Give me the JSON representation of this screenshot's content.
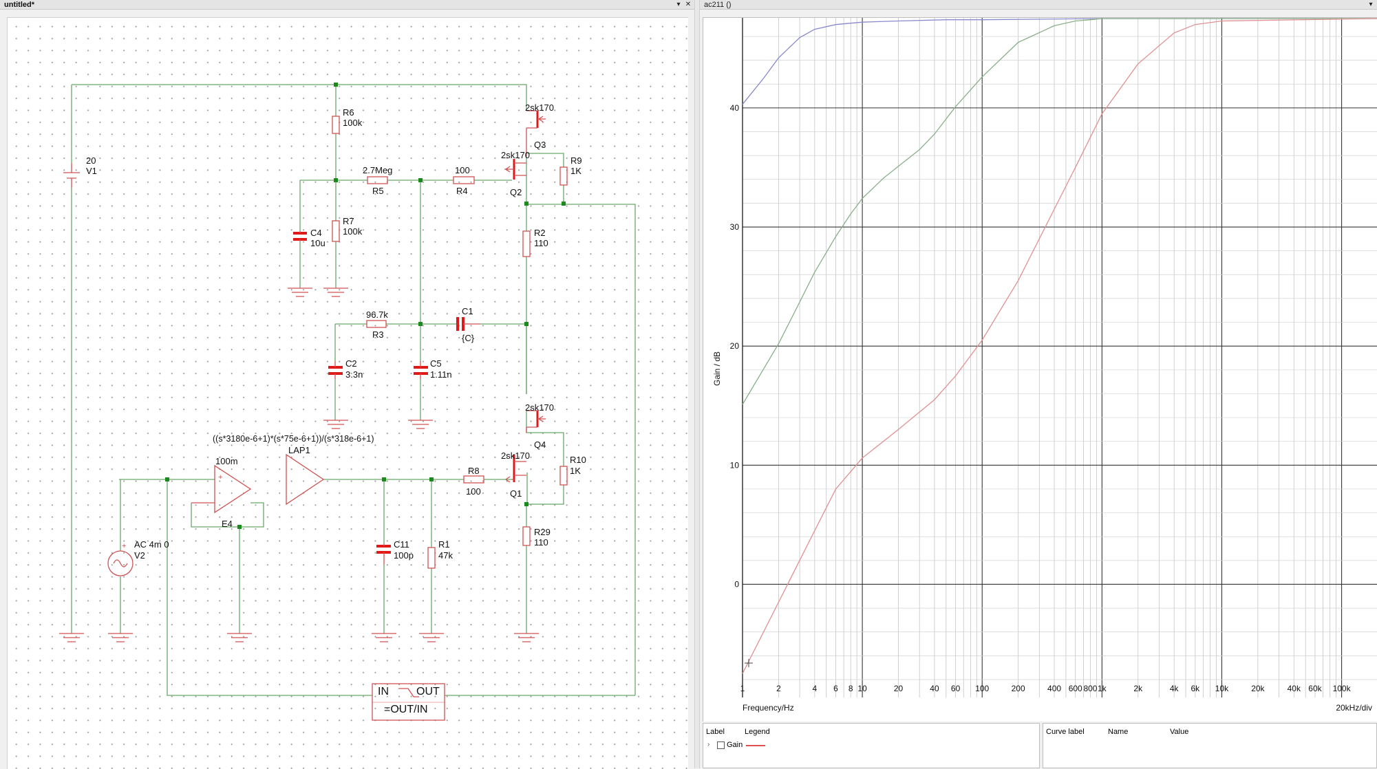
{
  "schematic_window": {
    "title": "untitled*"
  },
  "plot_window": {
    "title": "ac211 ()"
  },
  "schematic": {
    "components": {
      "V1": {
        "ref": "V1",
        "value": "20"
      },
      "R6": {
        "ref": "R6",
        "value": "100k"
      },
      "R7": {
        "ref": "R7",
        "value": "100k"
      },
      "C4": {
        "ref": "C4",
        "value": "10u"
      },
      "R5": {
        "ref": "R5",
        "value": "2.7Meg"
      },
      "R4": {
        "ref": "R4",
        "value": "100"
      },
      "Q3": {
        "ref": "Q3",
        "model": "2sk170"
      },
      "Q2": {
        "ref": "Q2",
        "model": "2sk170"
      },
      "R9": {
        "ref": "R9",
        "value": "1K"
      },
      "R2": {
        "ref": "R2",
        "value": "110"
      },
      "R3": {
        "ref": "R3",
        "value": "96.7k"
      },
      "C1": {
        "ref": "C1",
        "value": "{C}"
      },
      "C2": {
        "ref": "C2",
        "value": "3.3n"
      },
      "C5": {
        "ref": "C5",
        "value": "1.11n"
      },
      "Q4": {
        "ref": "Q4",
        "model": "2sk170"
      },
      "Q1": {
        "ref": "Q1",
        "model": "2sk170"
      },
      "R10": {
        "ref": "R10",
        "value": "1K"
      },
      "LAP1": {
        "ref": "LAP1",
        "expr": "((s*3180e-6+1)*(s*75e-6+1))/(s*318e-6+1)"
      },
      "E4": {
        "ref": "E4",
        "value": "100m"
      },
      "R8": {
        "ref": "R8",
        "value": "100"
      },
      "V2": {
        "ref": "V2",
        "value": "AC 4m 0"
      },
      "C11": {
        "ref": "C11",
        "value": "100p"
      },
      "R1": {
        "ref": "R1",
        "value": "47k"
      },
      "R29": {
        "ref": "R29",
        "value": "110"
      }
    },
    "probe": {
      "in_label": "IN",
      "out_label": "OUT",
      "expr": "=OUT/IN"
    }
  },
  "plot": {
    "ylabel": "Gain / dB",
    "xlabel": "Frequency/Hz",
    "xscale_note": "20kHz/div",
    "y_ticks": [
      "0",
      "10",
      "20",
      "30",
      "40"
    ],
    "x_ticks": [
      "1",
      "2",
      "4",
      "6",
      "8",
      "10",
      "20",
      "40",
      "60",
      "100",
      "200",
      "400",
      "600",
      "800",
      "1k",
      "2k",
      "4k",
      "6k",
      "10k",
      "20k",
      "40k",
      "60k",
      "100k"
    ]
  },
  "chart_data": {
    "type": "line",
    "xlabel": "Frequency/Hz",
    "ylabel": "Gain / dB",
    "xscale": "log",
    "xlim": [
      1,
      200000
    ],
    "ylim": [
      -8,
      47.5
    ],
    "grid": true,
    "series": [
      {
        "color": "#8888cc",
        "x": [
          1,
          1.5,
          2,
          3,
          4,
          6,
          10,
          20,
          50,
          100,
          1000,
          10000,
          200000
        ],
        "y": [
          40.3,
          42.5,
          44.2,
          45.9,
          46.6,
          47.0,
          47.2,
          47.3,
          47.4,
          47.4,
          47.5,
          47.5,
          47.5
        ]
      },
      {
        "color": "#88b088",
        "x": [
          1,
          2,
          3,
          4,
          6,
          8,
          10,
          15,
          20,
          30,
          40,
          60,
          100,
          200,
          400,
          600,
          800,
          1000,
          10000,
          200000
        ],
        "y": [
          15.1,
          20.2,
          23.7,
          26.2,
          29.2,
          31.1,
          32.4,
          34.1,
          35.1,
          36.5,
          37.8,
          40.1,
          42.6,
          45.5,
          46.9,
          47.3,
          47.4,
          47.5,
          47.5,
          47.5
        ]
      },
      {
        "color": "#e09090",
        "x": [
          1,
          2,
          4,
          6,
          10,
          20,
          40,
          60,
          100,
          200,
          400,
          600,
          1000,
          2000,
          4000,
          6000,
          10000,
          200000
        ],
        "y": [
          -7.5,
          -1.5,
          4.5,
          8.0,
          10.6,
          13.0,
          15.5,
          17.5,
          20.5,
          25.5,
          31.5,
          35.0,
          39.5,
          43.7,
          46.3,
          47.0,
          47.3,
          47.5
        ]
      }
    ]
  },
  "legend": {
    "headers": {
      "label": "Label",
      "legend": "Legend",
      "curve_label": "Curve label",
      "name": "Name",
      "value": "Value"
    },
    "row": {
      "label": "Gain",
      "color": "#e05050"
    }
  }
}
